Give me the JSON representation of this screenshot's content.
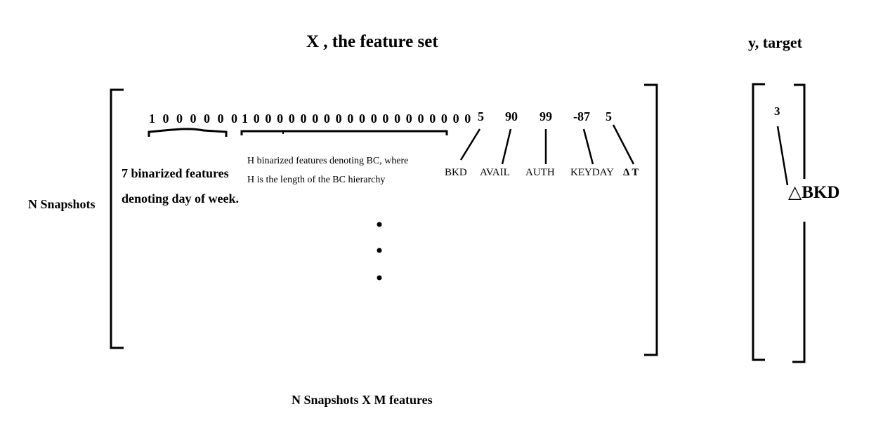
{
  "title_x": "X ,  the feature set",
  "title_y": "y, target",
  "rows_label": "N Snapshots",
  "dimension_label": "N Snapshots X M features",
  "day_bits": "1 0 0 0 0 0 0",
  "bc_bits": "1 0 0 0 0 0 0 0 0 0 0 0 0 0 0 0 0 0 0 0",
  "day_description": [
    "7 binarized features",
    "denoting day of week."
  ],
  "bc_description": [
    "H binarized features denoting BC,  where",
    "H is the length of the BC hierarchy"
  ],
  "numeric_values": [
    "5",
    "90",
    "99",
    "-87",
    "5"
  ],
  "feature_names": [
    "BKD",
    "AVAIL",
    "AUTH",
    "KEYDAY",
    "Δ T"
  ],
  "target_value": "3",
  "target_name": "△BKD",
  "ellipsis_dots": 3
}
